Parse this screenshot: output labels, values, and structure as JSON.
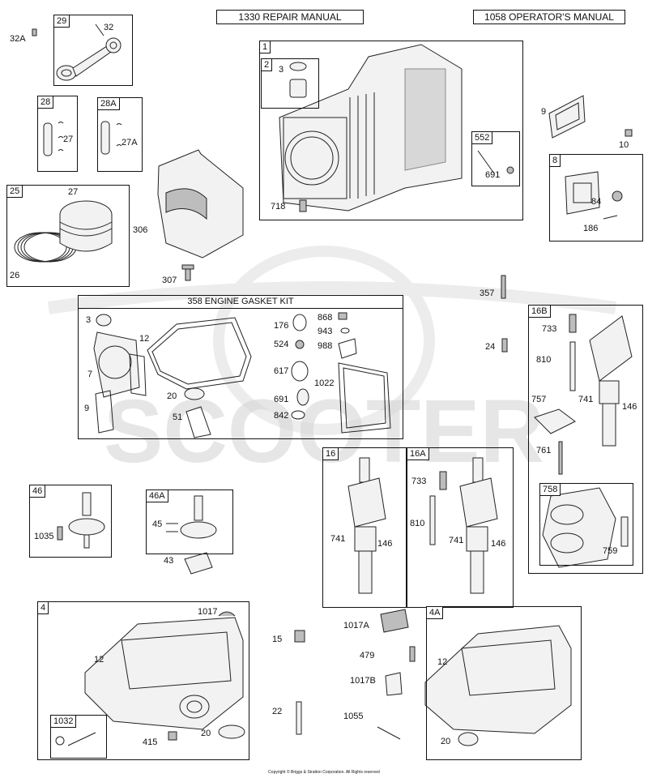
{
  "manuals": {
    "repair": "1330 REPAIR MANUAL",
    "operator": "1058 OPERATOR'S MANUAL"
  },
  "gasket_kit_title": "358 ENGINE GASKET KIT",
  "watermark": "SCOOTER",
  "copyright": "Copyright © Briggs & Stratton Corporation. All Rights reserved",
  "boxes": {
    "b29": "29",
    "b28": "28",
    "b28a": "28A",
    "b25": "25",
    "b1": "1",
    "b2": "2",
    "b552": "552",
    "b8": "8",
    "b16b": "16B",
    "b46": "46",
    "b46a": "46A",
    "b16": "16",
    "b16a": "16A",
    "b758": "758",
    "b4": "4",
    "b1032": "1032",
    "b4a": "4A"
  },
  "labels": {
    "l32a": "32A",
    "l32": "32",
    "l27_28": "27",
    "l27a": "27A",
    "l27_25": "27",
    "l26": "26",
    "l306": "306",
    "l307": "307",
    "l3_top": "3",
    "l718": "718",
    "l691_top": "691",
    "l9_top": "9",
    "l10": "10",
    "l84": "84",
    "l186": "186",
    "l357": "357",
    "l24": "24",
    "l3_kit": "3",
    "l12_kit": "12",
    "l7": "7",
    "l9_kit": "9",
    "l20_kit": "20",
    "l51": "51",
    "l176": "176",
    "l868": "868",
    "l943": "943",
    "l524": "524",
    "l988": "988",
    "l617": "617",
    "l1022": "1022",
    "l691_kit": "691",
    "l842": "842",
    "l733_16b": "733",
    "l810_16b": "810",
    "l757": "757",
    "l741_16b": "741",
    "l146_16b": "146",
    "l761": "761",
    "l1035": "1035",
    "l45": "45",
    "l43": "43",
    "l741_16": "741",
    "l146_16": "146",
    "l733_16a": "733",
    "l810_16a": "810",
    "l741_16a": "741",
    "l146_16a": "146",
    "l759": "759",
    "l1017": "1017",
    "l12_4": "12",
    "l415": "415",
    "l20_4": "20",
    "l15": "15",
    "l22": "22",
    "l1017a": "1017A",
    "l479": "479",
    "l1017b": "1017B",
    "l1055": "1055",
    "l12_4a": "12",
    "l20_4a": "20"
  }
}
